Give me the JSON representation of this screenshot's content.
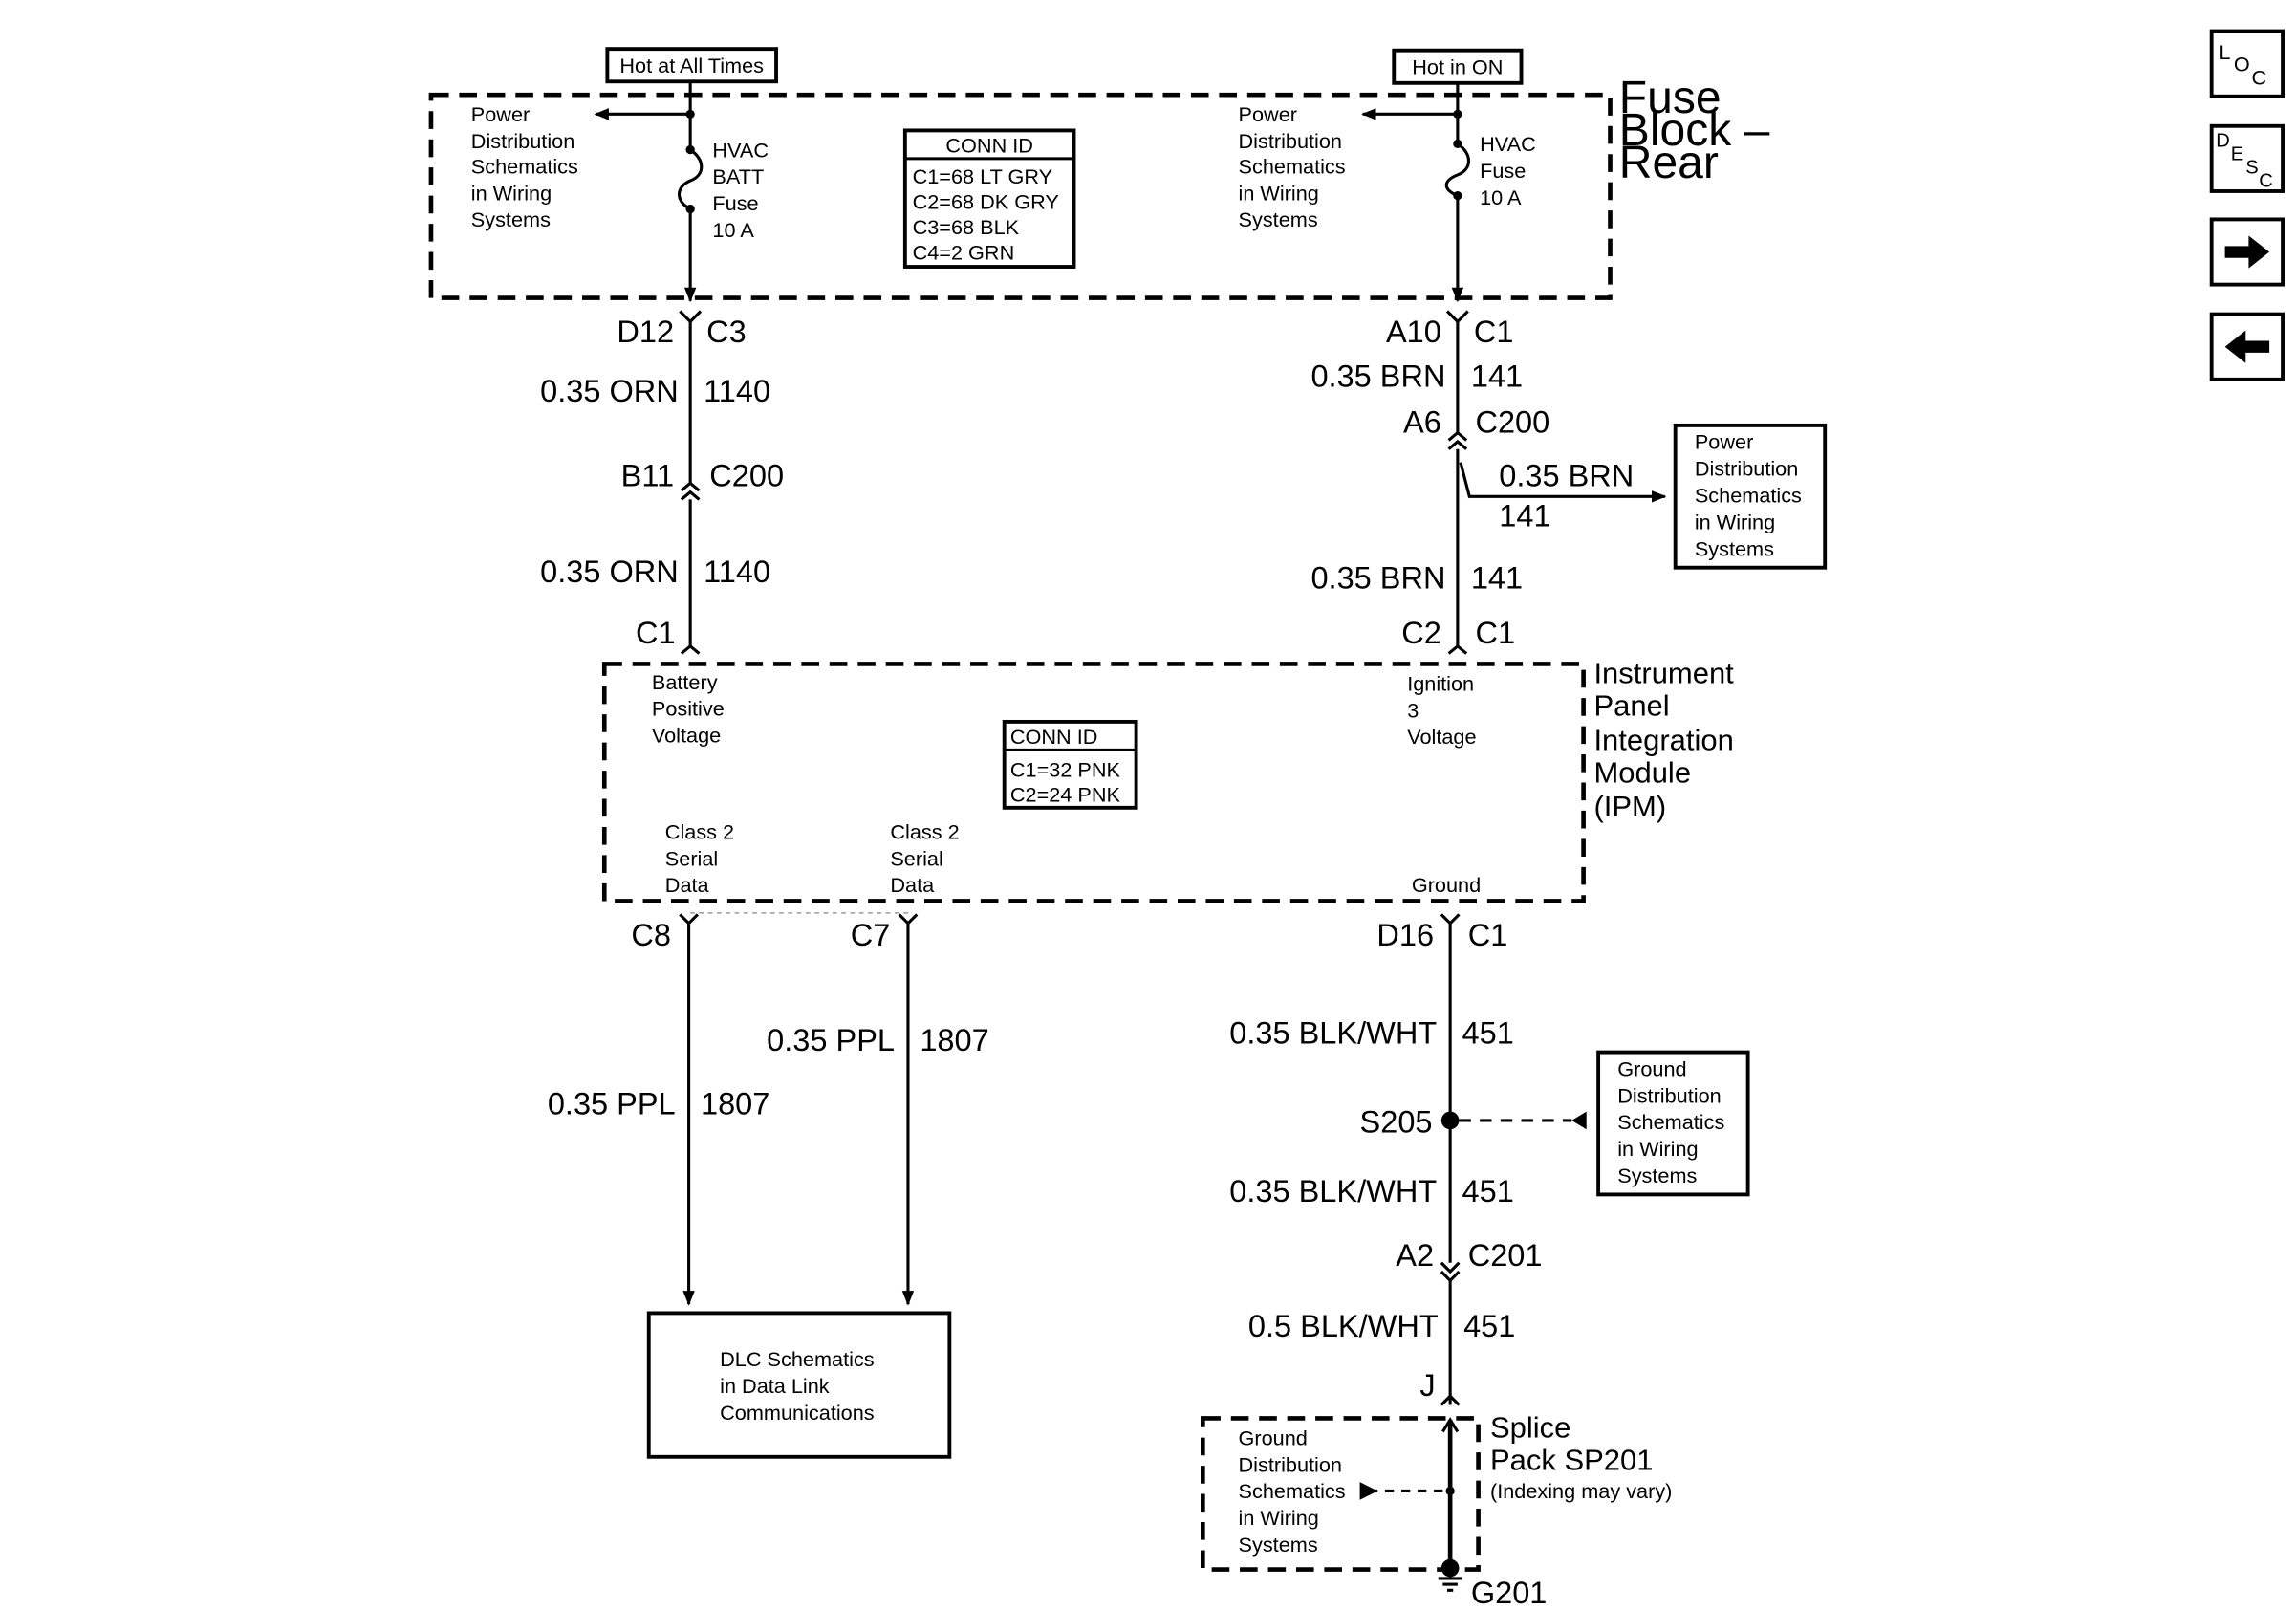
{
  "fuse_block": {
    "title": [
      "Fuse",
      "Block –",
      "Rear"
    ],
    "hot_at_all_times": "Hot at All Times",
    "hot_in_on": "Hot in ON",
    "left_ref": [
      "Power",
      "Distribution",
      "Schematics",
      "in Wiring",
      "Systems"
    ],
    "right_ref": [
      "Power",
      "Distribution",
      "Schematics",
      "in Wiring",
      "Systems"
    ],
    "fuse_left": [
      "HVAC",
      "BATT",
      "Fuse",
      "10 A"
    ],
    "fuse_right": [
      "HVAC",
      "Fuse",
      "10 A"
    ],
    "conn_id_title": "CONN ID",
    "conn_id": [
      "C1=68 LT GRY",
      "C2=68 DK GRY",
      "C3=68 BLK",
      "C4=2 GRN"
    ]
  },
  "left_circuit": {
    "pin_top": "D12",
    "conn_top": "C3",
    "wire1_color": "0.35 ORN",
    "wire1_num": "1140",
    "pin_mid": "B11",
    "conn_mid": "C200",
    "wire2_color": "0.35 ORN",
    "wire2_num": "1140",
    "ipm_conn": "C1"
  },
  "right_circuit": {
    "pin_top": "A10",
    "conn_top": "C1",
    "wire1_color": "0.35 BRN",
    "wire1_num": "141",
    "pin_mid": "A6",
    "conn_mid": "C200",
    "branch_color": "0.35 BRN",
    "branch_num": "141",
    "branch_ref": [
      "Power",
      "Distribution",
      "Schematics",
      "in Wiring",
      "Systems"
    ],
    "wire2_color": "0.35 BRN",
    "wire2_num": "141",
    "ipm_pin": "C2",
    "ipm_conn": "C1"
  },
  "ipm": {
    "title": [
      "Instrument",
      "Panel",
      "Integration",
      "Module",
      "(IPM)"
    ],
    "battery_label": [
      "Battery",
      "Positive",
      "Voltage"
    ],
    "ignition_label": [
      "Ignition",
      "3",
      "Voltage"
    ],
    "conn_id_title": "CONN ID",
    "conn_id": [
      "C1=32 PNK",
      "C2=24 PNK"
    ],
    "class2_a": [
      "Class 2",
      "Serial",
      "Data"
    ],
    "class2_b": [
      "Class 2",
      "Serial",
      "Data"
    ],
    "ground_label": "Ground"
  },
  "data_circuits": {
    "c8": "C8",
    "c7": "C7",
    "wire_a_color": "0.35 PPL",
    "wire_a_num": "1807",
    "wire_b_color": "0.35 PPL",
    "wire_b_num": "1807",
    "dlc_ref": [
      "DLC Schematics",
      "in Data Link",
      "Communications"
    ]
  },
  "ground_circuit": {
    "pin_top": "D16",
    "conn_top": "C1",
    "wire1_color": "0.35 BLK/WHT",
    "wire1_num": "451",
    "splice": "S205",
    "ground_ref": [
      "Ground",
      "Distribution",
      "Schematics",
      "in Wiring",
      "Systems"
    ],
    "wire2_color": "0.35 BLK/WHT",
    "wire2_num": "451",
    "pin_c201": "A2",
    "conn_c201": "C201",
    "wire3_color": "0.5 BLK/WHT",
    "wire3_num": "451",
    "splice_pin": "J",
    "splice_pack": [
      "Splice",
      "Pack SP201"
    ],
    "splice_pack_note": "(Indexing may vary)",
    "splice_ground_ref": [
      "Ground",
      "Distribution",
      "Schematics",
      "in Wiring",
      "Systems"
    ],
    "ground_id": "G201"
  },
  "nav": {
    "loc_icon": "loc-icon",
    "desc_icon": "desc-icon",
    "next_icon": "arrow-right-icon",
    "prev_icon": "arrow-left-icon"
  }
}
